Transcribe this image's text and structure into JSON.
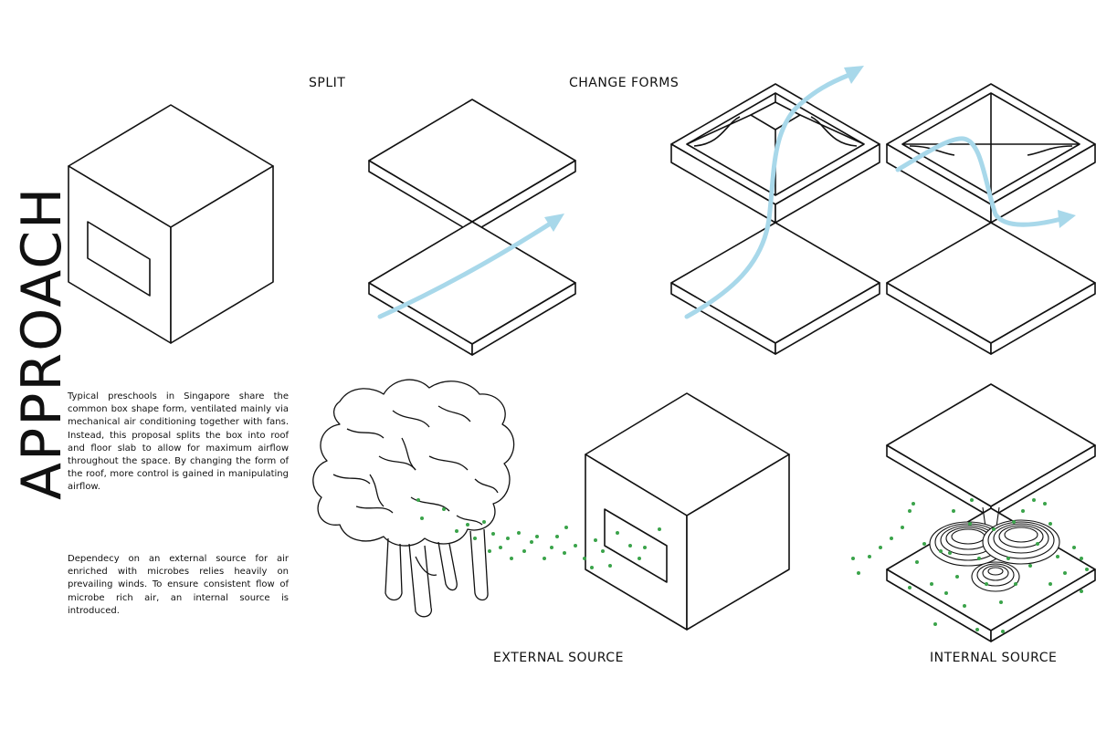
{
  "title": "APPROACH",
  "labels": {
    "split": "SPLIT",
    "change_forms": "CHANGE FORMS",
    "external_source": "EXTERNAL SOURCE",
    "internal_source": "INTERNAL SOURCE"
  },
  "paragraphs": {
    "p1": "Typical preschools in Singapore share the common box shape form, ventilated mainly via mechanical air conditioning together with fans. Instead, this proposal splits the box into roof and floor slab to allow for maximum airflow throughout the space. By changing the form of the roof, more control is gained in manipulating airflow.",
    "p2": "Dependecy on an external source for air enriched with microbes relies heavily on prevailing winds. To ensure consistent flow of microbe rich air, an internal source is introduced."
  },
  "colors": {
    "line": "#111111",
    "airflow": "#a8d8ea",
    "microbes": "#3aa34a"
  },
  "icons": [
    "box-icon",
    "slab-icon",
    "roof-icon",
    "airflow-arrow-icon",
    "tree-icon",
    "microbe-dot-icon",
    "sculpture-icon"
  ]
}
